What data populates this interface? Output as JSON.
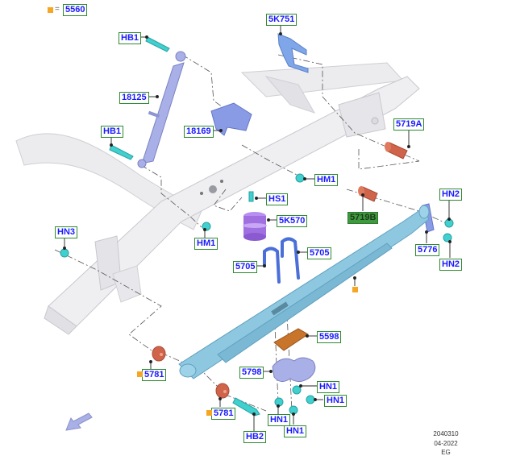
{
  "diagram": {
    "title": "Rear Leaf Spring Suspension Exploded View",
    "legend": {
      "marker_color": "#f5a623",
      "equals": "=",
      "part": "5560"
    },
    "callouts": [
      {
        "id": "hb1-top",
        "label": "HB1"
      },
      {
        "id": "shock-absorber",
        "label": "18125"
      },
      {
        "id": "hb1-lower",
        "label": "HB1"
      },
      {
        "id": "shock-bracket",
        "label": "18169"
      },
      {
        "id": "bracket-5k751",
        "label": "5K751"
      },
      {
        "id": "bushing-5719a",
        "label": "5719A"
      },
      {
        "id": "hm1-right",
        "label": "HM1"
      },
      {
        "id": "hs1",
        "label": "HS1"
      },
      {
        "id": "jounce-bumper",
        "label": "5K570"
      },
      {
        "id": "hm1-left",
        "label": "HM1"
      },
      {
        "id": "bushing-5719b",
        "label": "5719B"
      },
      {
        "id": "hn2-top",
        "label": "HN2"
      },
      {
        "id": "shackle",
        "label": "5776"
      },
      {
        "id": "hn2-bottom",
        "label": "HN2"
      },
      {
        "id": "hn3",
        "label": "HN3"
      },
      {
        "id": "u-bolt-left",
        "label": "5705"
      },
      {
        "id": "u-bolt-right",
        "label": "5705"
      },
      {
        "id": "spacer-plate",
        "label": "5598"
      },
      {
        "id": "spring-plate",
        "label": "5798"
      },
      {
        "id": "bushing-5781-upper",
        "label": "5781"
      },
      {
        "id": "bushing-5781-lower",
        "label": "5781"
      },
      {
        "id": "hn1-a",
        "label": "HN1"
      },
      {
        "id": "hn1-b",
        "label": "HN1"
      },
      {
        "id": "hn1-c",
        "label": "HN1"
      },
      {
        "id": "hn1-d",
        "label": "HN1"
      },
      {
        "id": "hb2",
        "label": "HB2"
      }
    ],
    "footer": {
      "drawing_number": "2040310",
      "date": "04-2022",
      "code": "EG"
    },
    "colors": {
      "frame": "#e6e6e9",
      "shock": "#a9b0e8",
      "leaf_spring": "#8ec8e0",
      "bushing": "#d0644a",
      "fastener": "#40d0d0",
      "u_bolt": "#4a6fd8",
      "bumper": "#a070e0",
      "spacer": "#c8742a",
      "callout_border": "#2e8b2e",
      "callout_text": "#1a1aff"
    }
  }
}
